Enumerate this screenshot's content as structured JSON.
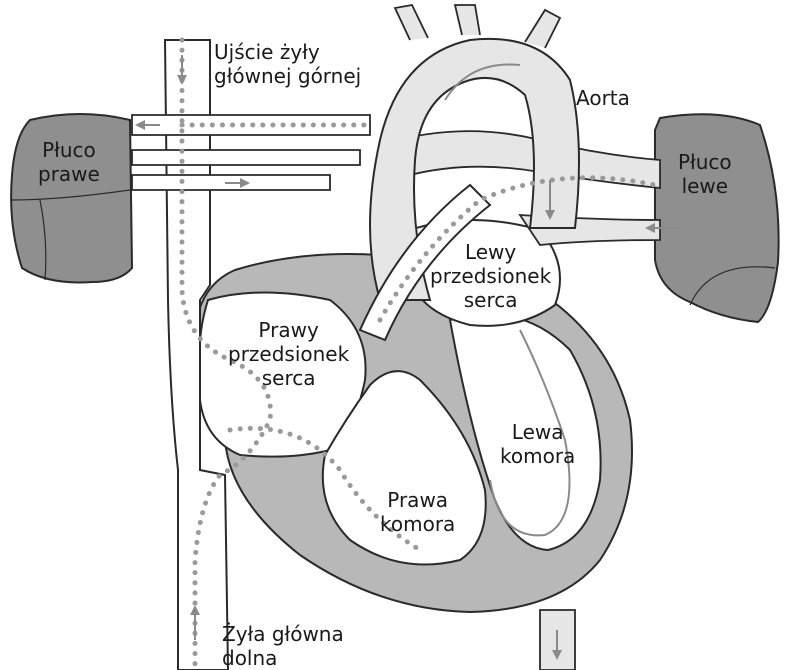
{
  "labels": {
    "svc_top": [
      "Ujście żyły",
      "głównej górnej"
    ],
    "aorta": [
      "Aorta"
    ],
    "lung_right": [
      "Płuco",
      "prawe"
    ],
    "lung_left": [
      "Płuco",
      "lewe"
    ],
    "left_atrium": [
      "Lewy",
      "przedsionek",
      "serca"
    ],
    "right_atrium": [
      "Prawy",
      "przedsionek",
      "serca"
    ],
    "left_ventricle": [
      "Lewa",
      "komora"
    ],
    "right_ventricle": [
      "Prawa",
      "komora"
    ],
    "ivc": [
      "Żyła główna",
      "dolna"
    ]
  },
  "colors": {
    "outline": "#2a2a2a",
    "vessel_fill": "#ffffff",
    "tissue_fill": "#b8b8b8",
    "lung_fill": "#8f8f8f",
    "vessel_light": "#e6e6e6",
    "flow_dots": "#9a9a9a",
    "flow_arrow": "#8a8a8a"
  }
}
